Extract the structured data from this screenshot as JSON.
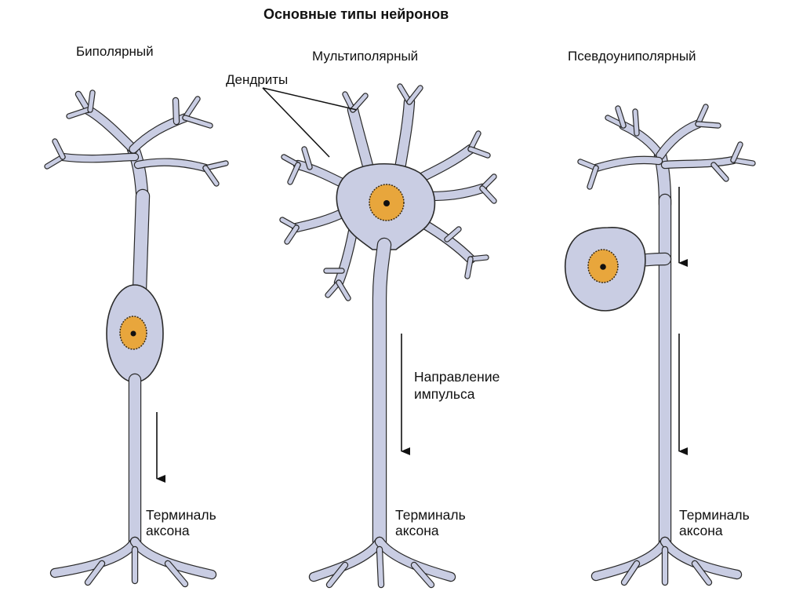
{
  "title": "Основные типы нейронов",
  "neurons": {
    "bipolar": {
      "label": "Биполярный",
      "terminal": [
        "Терминаль",
        "аксона"
      ]
    },
    "multipolar": {
      "label": "Мультиполярный",
      "terminal": [
        "Терминаль",
        "аксона"
      ]
    },
    "pseudounipolar": {
      "label": "Псевдоуниполярный",
      "terminal": [
        "Терминаль",
        "аксона"
      ]
    }
  },
  "dendrites_label": "Дендриты",
  "impulse_label": [
    "Направление",
    "импульса"
  ],
  "colors": {
    "neuron_fill": "#c9cde3",
    "neuron_stroke": "#2a2a2a",
    "nucleus_fill": "#e8a63c",
    "nucleolus": "#111111",
    "arrow": "#111111"
  }
}
